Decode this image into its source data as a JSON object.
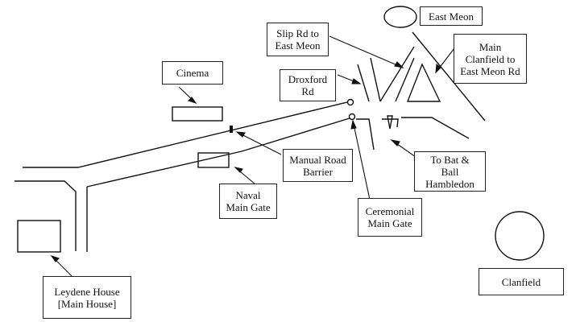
{
  "labels": {
    "east_meon": "East Meon",
    "slip_rd": "Slip Rd to\nEast Meon",
    "main_clanfield": "Main\nClanfield to\nEast Meon Rd",
    "cinema": "Cinema",
    "droxford_rd": "Droxford\nRd",
    "manual_barrier": "Manual Road\nBarrier",
    "bat_ball": "To Bat &\nBall\nHambledon",
    "naval_gate": "Naval\nMain Gate",
    "ceremonial_gate": "Ceremonial\nMain Gate",
    "leydene_house": "Leydene House\n[Main House]",
    "clanfield": "Clanfield"
  }
}
